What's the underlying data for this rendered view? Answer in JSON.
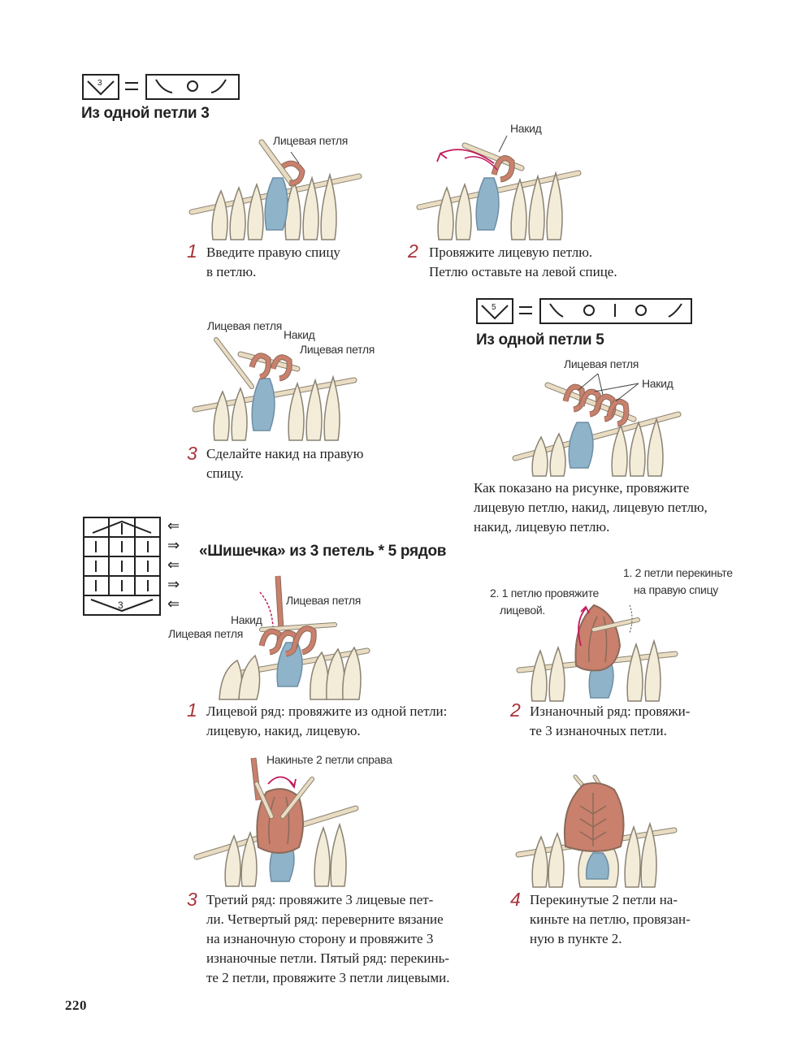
{
  "sections": {
    "one_loop_3": {
      "title": "Из одной петли 3",
      "symbol_number": "3"
    },
    "one_loop_5": {
      "title": "Из одной петли 5",
      "symbol_number": "5"
    },
    "bobble": {
      "title": "«Шишечка» из 3 петель * 5 рядов",
      "chart_number": "3"
    }
  },
  "labels": {
    "face_loop": "Лицевая петля",
    "yarn_over": "Накид",
    "throw_2_right": "Накиньте 2 петли справа",
    "bob2_a": "2. 1 петлю провяжите",
    "bob2_b": "лицевой.",
    "bob2_c": "1. 2 петли перекиньте",
    "bob2_d": "на правую спицу"
  },
  "steps": {
    "s1": {
      "num": "1",
      "lines": [
        "Введите правую спицу",
        "в петлю."
      ]
    },
    "s2": {
      "num": "2",
      "lines": [
        "Провяжите лицевую петлю.",
        "Петлю оставьте на левой спице."
      ]
    },
    "s3": {
      "num": "3",
      "lines": [
        "Сделайте накид на правую",
        "спицу."
      ]
    },
    "s5": {
      "lines": [
        "Как показано на рисунке, провяжите",
        "лицевую петлю, накид, лицевую петлю,",
        "накид, лицевую петлю."
      ]
    },
    "b1": {
      "num": "1",
      "lines": [
        "Лицевой ряд: провяжите из одной петли:",
        "лицевую, накид, лицевую."
      ]
    },
    "b2": {
      "num": "2",
      "lines": [
        "Изнаночный ряд: провяжи-",
        "те 3 изнаночных петли."
      ]
    },
    "b3": {
      "num": "3",
      "lines": [
        "Третий ряд: провяжите 3 лицевые пет-",
        "ли. Четвертый ряд: переверните вязание",
        "на изнаночную сторону и провяжите 3",
        "изнаночные петли. Пятый ряд: перекинь-",
        "те 2 петли, провяжите 3 петли лицевыми."
      ]
    },
    "b4": {
      "num": "4",
      "lines": [
        "Перекинутые 2 петли на-",
        "киньте на петлю, провязан-",
        "ную в пункте 2."
      ]
    }
  },
  "chart_arrows": [
    "⇐",
    "⇒",
    "⇐",
    "⇒",
    "⇐"
  ],
  "page_number": "220",
  "colors": {
    "yarn_cream": "#f3ecd8",
    "yarn_outline": "#8a8272",
    "yarn_accent": "#c9806c",
    "yarn_blue": "#8fb3c9",
    "needle": "#e9dcc2",
    "arrow_red": "#c2185b",
    "step_number": "#a8323a"
  }
}
